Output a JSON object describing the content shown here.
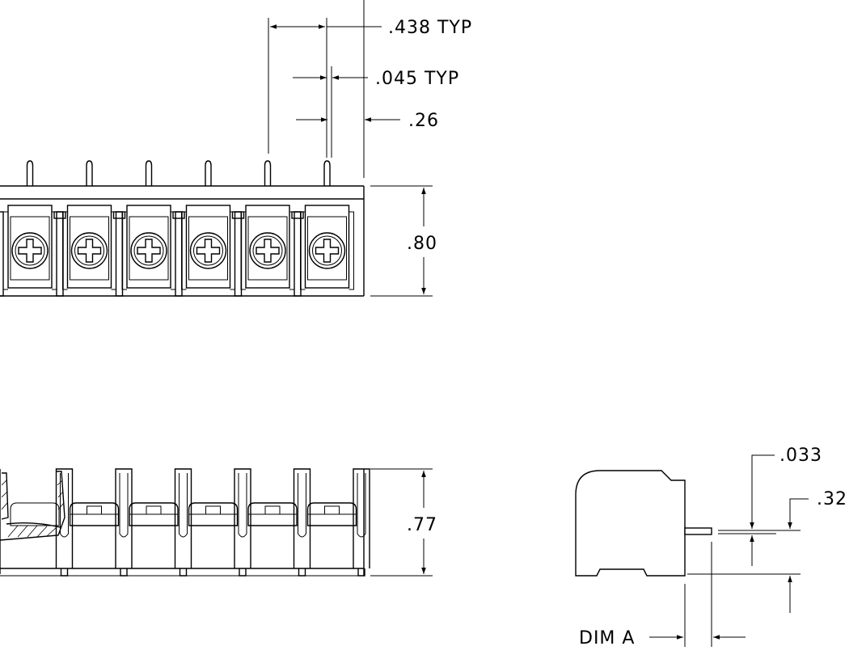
{
  "dims": {
    "pitch": ".438  TYP",
    "pin_width": ".045  TYP",
    "pin_offset": ".26",
    "top_height": ".80",
    "front_height": ".77",
    "pin_thk": ".033",
    "pin_height": ".32",
    "dim_a": "DIM  A"
  },
  "colors": {
    "line": "#000000",
    "background": "#ffffff"
  },
  "positions": 6
}
